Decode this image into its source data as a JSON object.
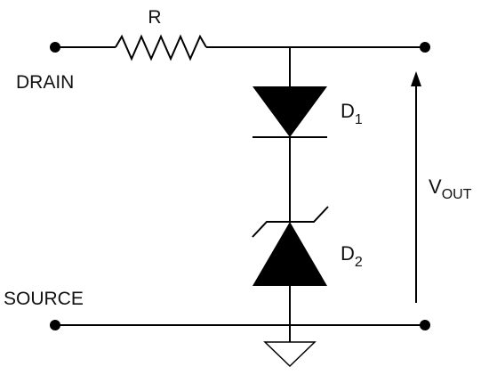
{
  "labels": {
    "resistor": "R",
    "drain": "DRAIN",
    "source": "SOURCE",
    "d1_main": "D",
    "d1_sub": "1",
    "d2_main": "D",
    "d2_sub": "2",
    "vout_main": "V",
    "vout_sub": "OUT"
  },
  "colors": {
    "ink": "#000000",
    "background": "#ffffff"
  },
  "icons": [
    "terminal-dot",
    "resistor",
    "diode",
    "zener-diode",
    "ground-symbol",
    "arrow"
  ]
}
